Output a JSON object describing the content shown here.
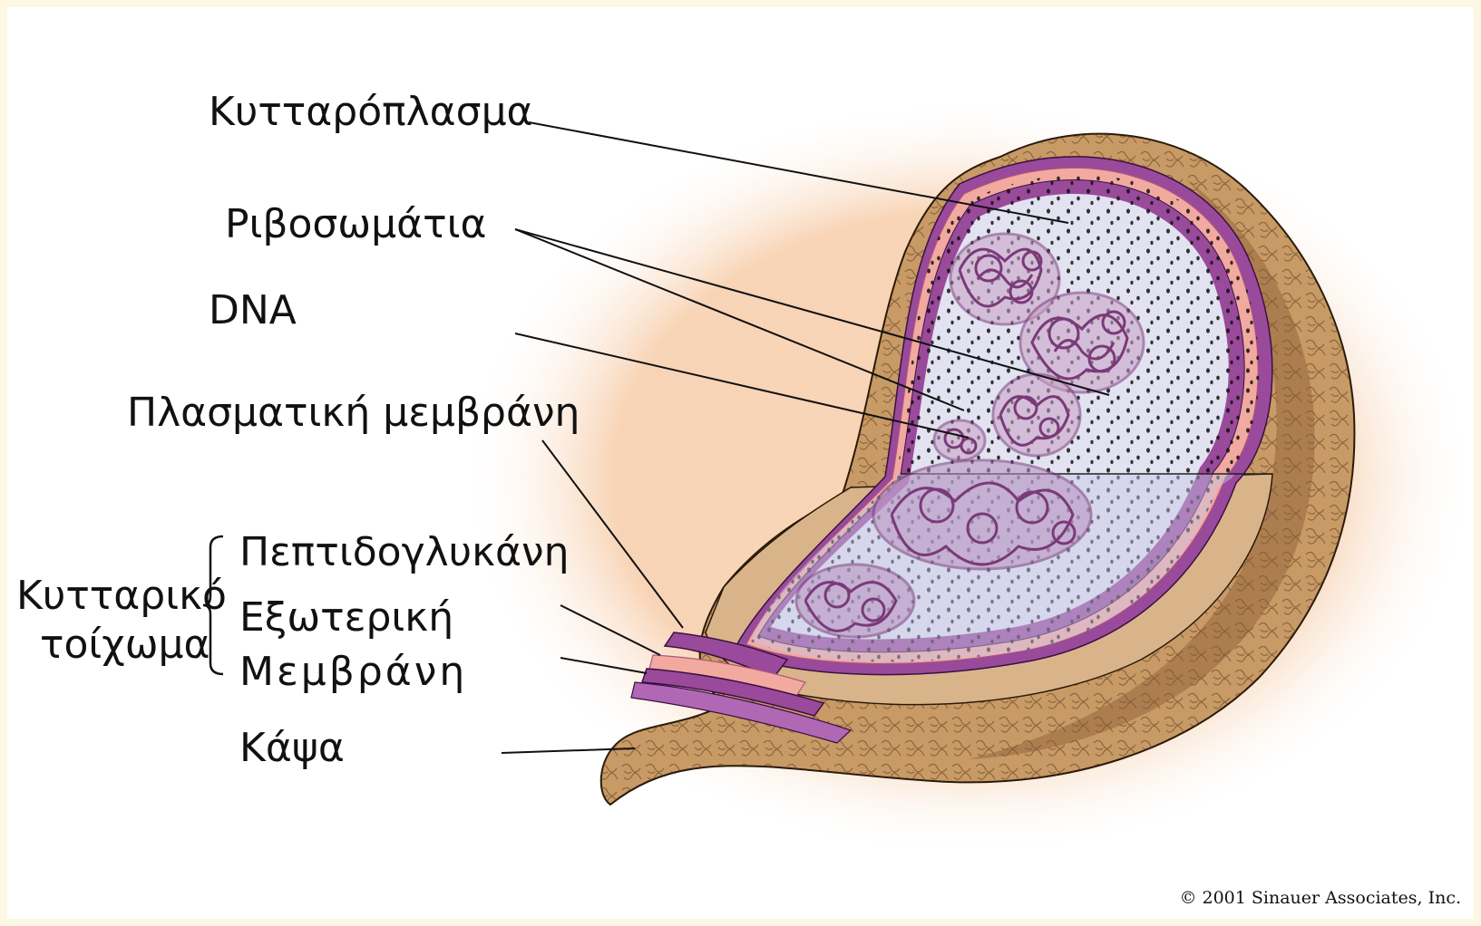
{
  "labels": {
    "cytoplasm": "Κυτταρόπλασμα",
    "ribosomes": "Ριβοσωμάτια",
    "dna": "DNA",
    "plasma_membrane": "Πλασματική μεμβράνη",
    "peptidoglycan": "Πεπτιδογλυκάνη",
    "outer": "Εξωτερική",
    "membrane": "Μεμβράνη",
    "capsule": "Κάψα",
    "cell_wall_line1": "Κυτταρικό",
    "cell_wall_line2": "τοίχωμα"
  },
  "copyright": "© 2001 Sinauer Associates, Inc.",
  "colors": {
    "capsule": "#c89a66",
    "capsule_dark": "#8a5a32",
    "membrane_purple": "#9a4a9a",
    "membrane_pink": "#f2a9a0",
    "cytoplasm": "#e2e2f1",
    "dna": "#7a3a78"
  }
}
